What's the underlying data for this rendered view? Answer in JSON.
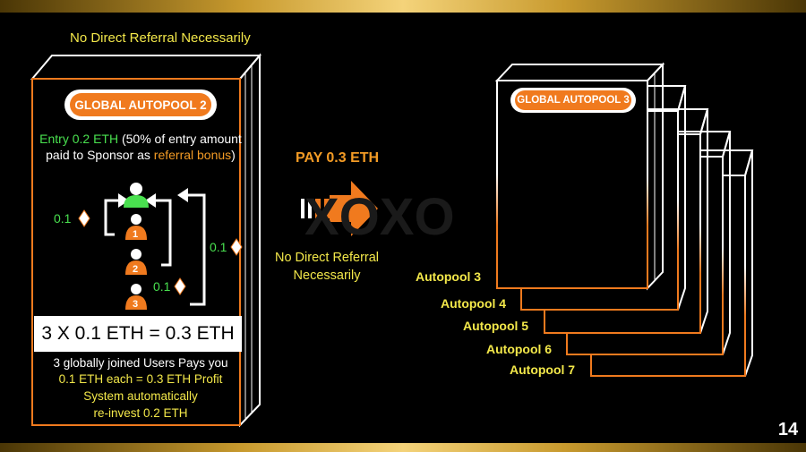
{
  "top_caption": "No Direct Referral Necessarily",
  "left_box": {
    "title": "GLOBAL AUTOPOOL 2",
    "entry_prefix": "Entry 0.2 ETH",
    "entry_suffix": " (50% of entry amount",
    "entry_line2_prefix": "paid to Sponsor as ",
    "entry_highlight": "referral bonus",
    "entry_line2_suffix": ")",
    "nodes": [
      "1",
      "2",
      "3"
    ],
    "amount_labels": [
      "0.1",
      "0.1",
      "0.1"
    ],
    "formula": "3 X 0.1 ETH = 0.3 ETH",
    "line1": "3 globally joined Users Pays you",
    "line2": "0.1 ETH each = 0.3 ETH Profit",
    "line3": "System automatically",
    "line4": "re-invest 0.2 ETH"
  },
  "middle": {
    "pay_label": "PAY 0.3 ETH",
    "caption": "No Direct Referral Necessarily"
  },
  "right_stack": {
    "title": "GLOBAL AUTOPOOL 3",
    "pools": [
      "Autopool 3",
      "Autopool 4",
      "Autopool 5",
      "Autopool 6",
      "Autopool 7"
    ]
  },
  "slide_number": "14",
  "colors": {
    "orange": "#f07a1e",
    "green": "#49e04f",
    "yellow": "#f3e84a",
    "gold": "#c89a2e"
  }
}
